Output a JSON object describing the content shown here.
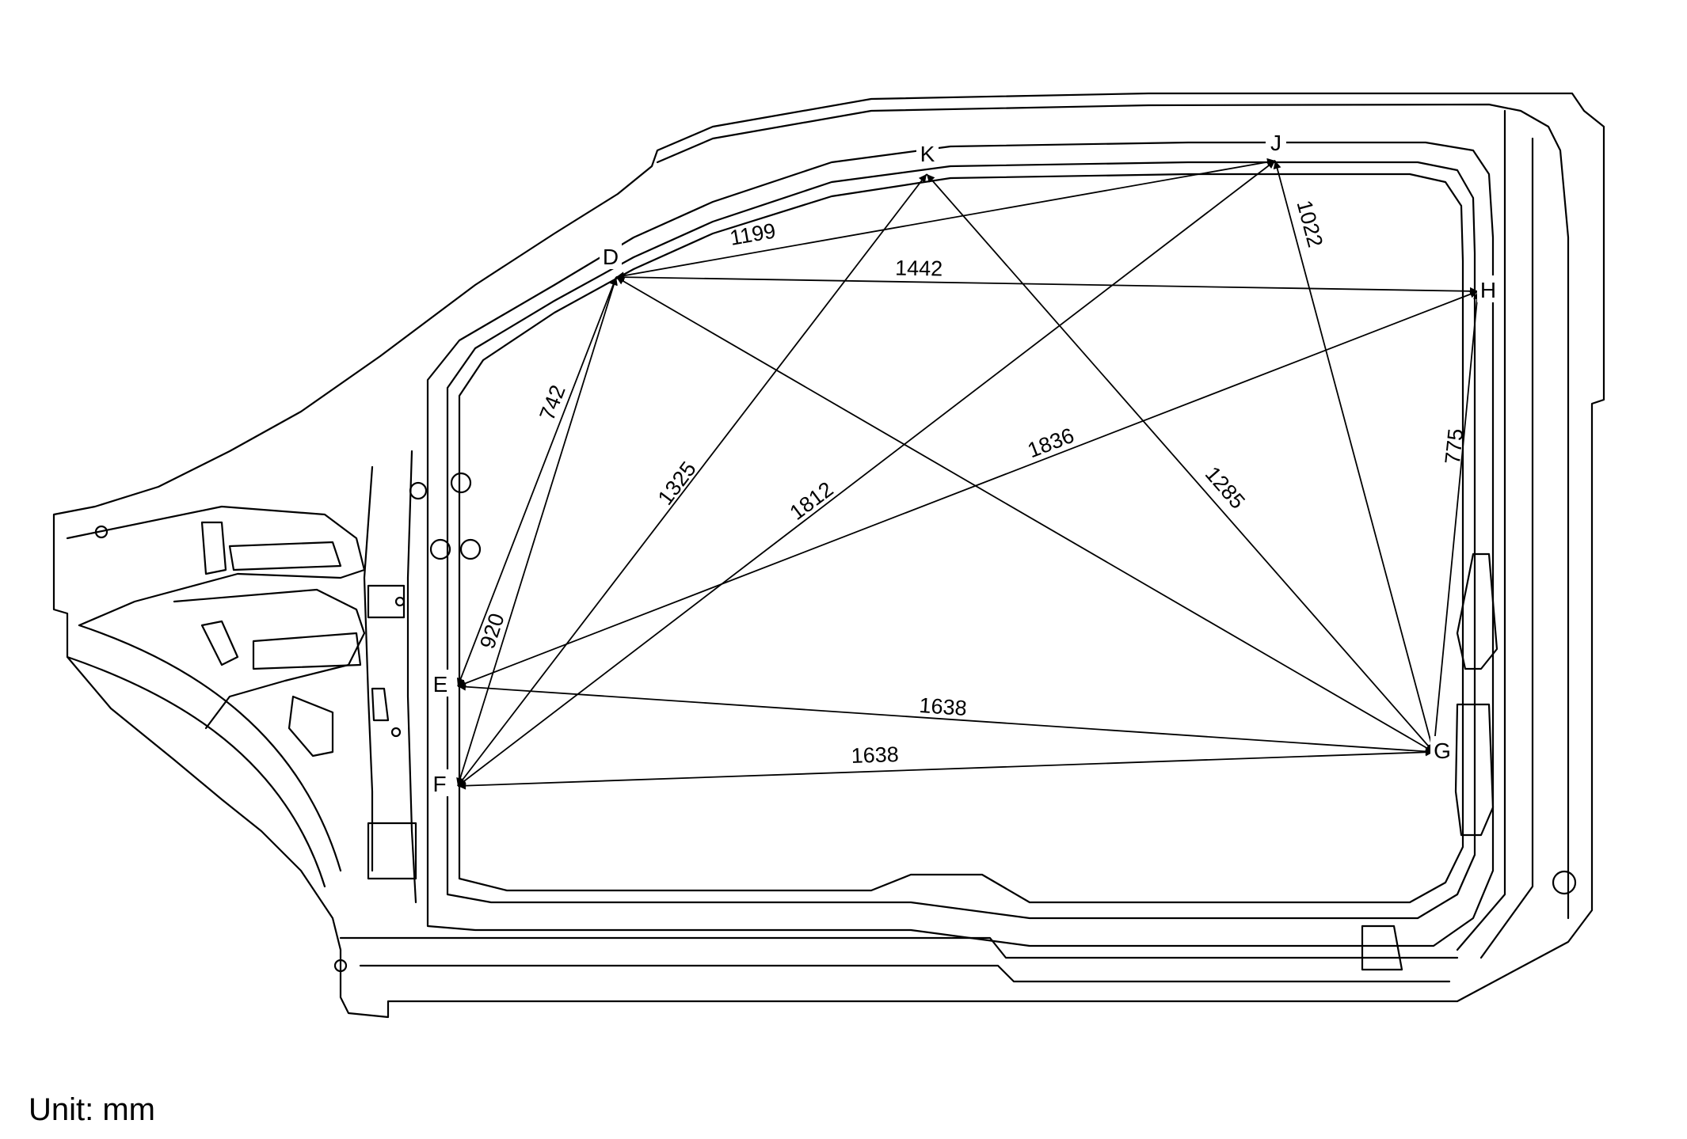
{
  "points": {
    "D": "D",
    "E": "E",
    "F": "F",
    "G": "G",
    "H": "H",
    "J": "J",
    "K": "K"
  },
  "dimensions": {
    "D_J": "1199",
    "D_H": "1442",
    "D_E": "742",
    "D_F": "920",
    "K_F": "1325",
    "J_F": "1812",
    "H_E": "1836",
    "K_G": "1285",
    "J_G": "1022",
    "H_G": "775",
    "E_G": "1638",
    "F_G": "1638",
    "D_G": ""
  },
  "unit_label": "Unit: mm",
  "colors": {
    "line": "#000000",
    "background": "#ffffff"
  }
}
